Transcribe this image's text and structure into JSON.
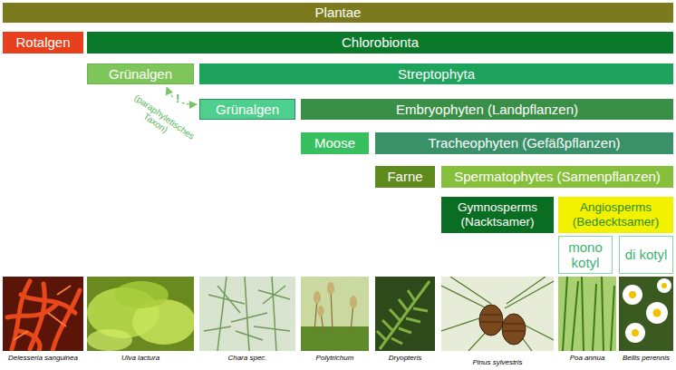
{
  "diagram": {
    "nodes": [
      {
        "text": [
          "Plantae"
        ]
      },
      {
        "text": [
          "Rotalgen"
        ]
      },
      {
        "text": [
          "Chlorobionta"
        ]
      },
      {
        "text": [
          "Grünalgen"
        ]
      },
      {
        "text": [
          "Streptophyta"
        ]
      },
      {
        "text": [
          "Grünalgen"
        ]
      },
      {
        "text": [
          "Embryophyten (Landpflanzen)"
        ]
      },
      {
        "text": [
          "Moose"
        ]
      },
      {
        "text": [
          "Tracheophyten (Gefäßpflanzen)"
        ]
      },
      {
        "text": [
          "Farne"
        ]
      },
      {
        "text": [
          "Spermatophytes (Samenpflanzen)"
        ]
      },
      {
        "text": [
          "Gymnosperms (Nacktsamer)"
        ]
      },
      {
        "text": [
          "Angiosperms (Bedecktsamer)"
        ]
      },
      {
        "text": [
          "mono kotyl"
        ]
      },
      {
        "text": [
          "di kotyl"
        ]
      }
    ],
    "edges": [
      {
        "from": 3,
        "to": 5,
        "arrow": "both",
        "label": "!"
      }
    ],
    "labels": [
      "(paraphyletisches Taxon)",
      "Delesseria sanguinea",
      "Ulva lactura",
      "Chara spec.",
      "Polytrichum",
      "Dryopteris",
      "Pinus sylvestris",
      "Poa annua",
      "Bellis perennis"
    ]
  }
}
